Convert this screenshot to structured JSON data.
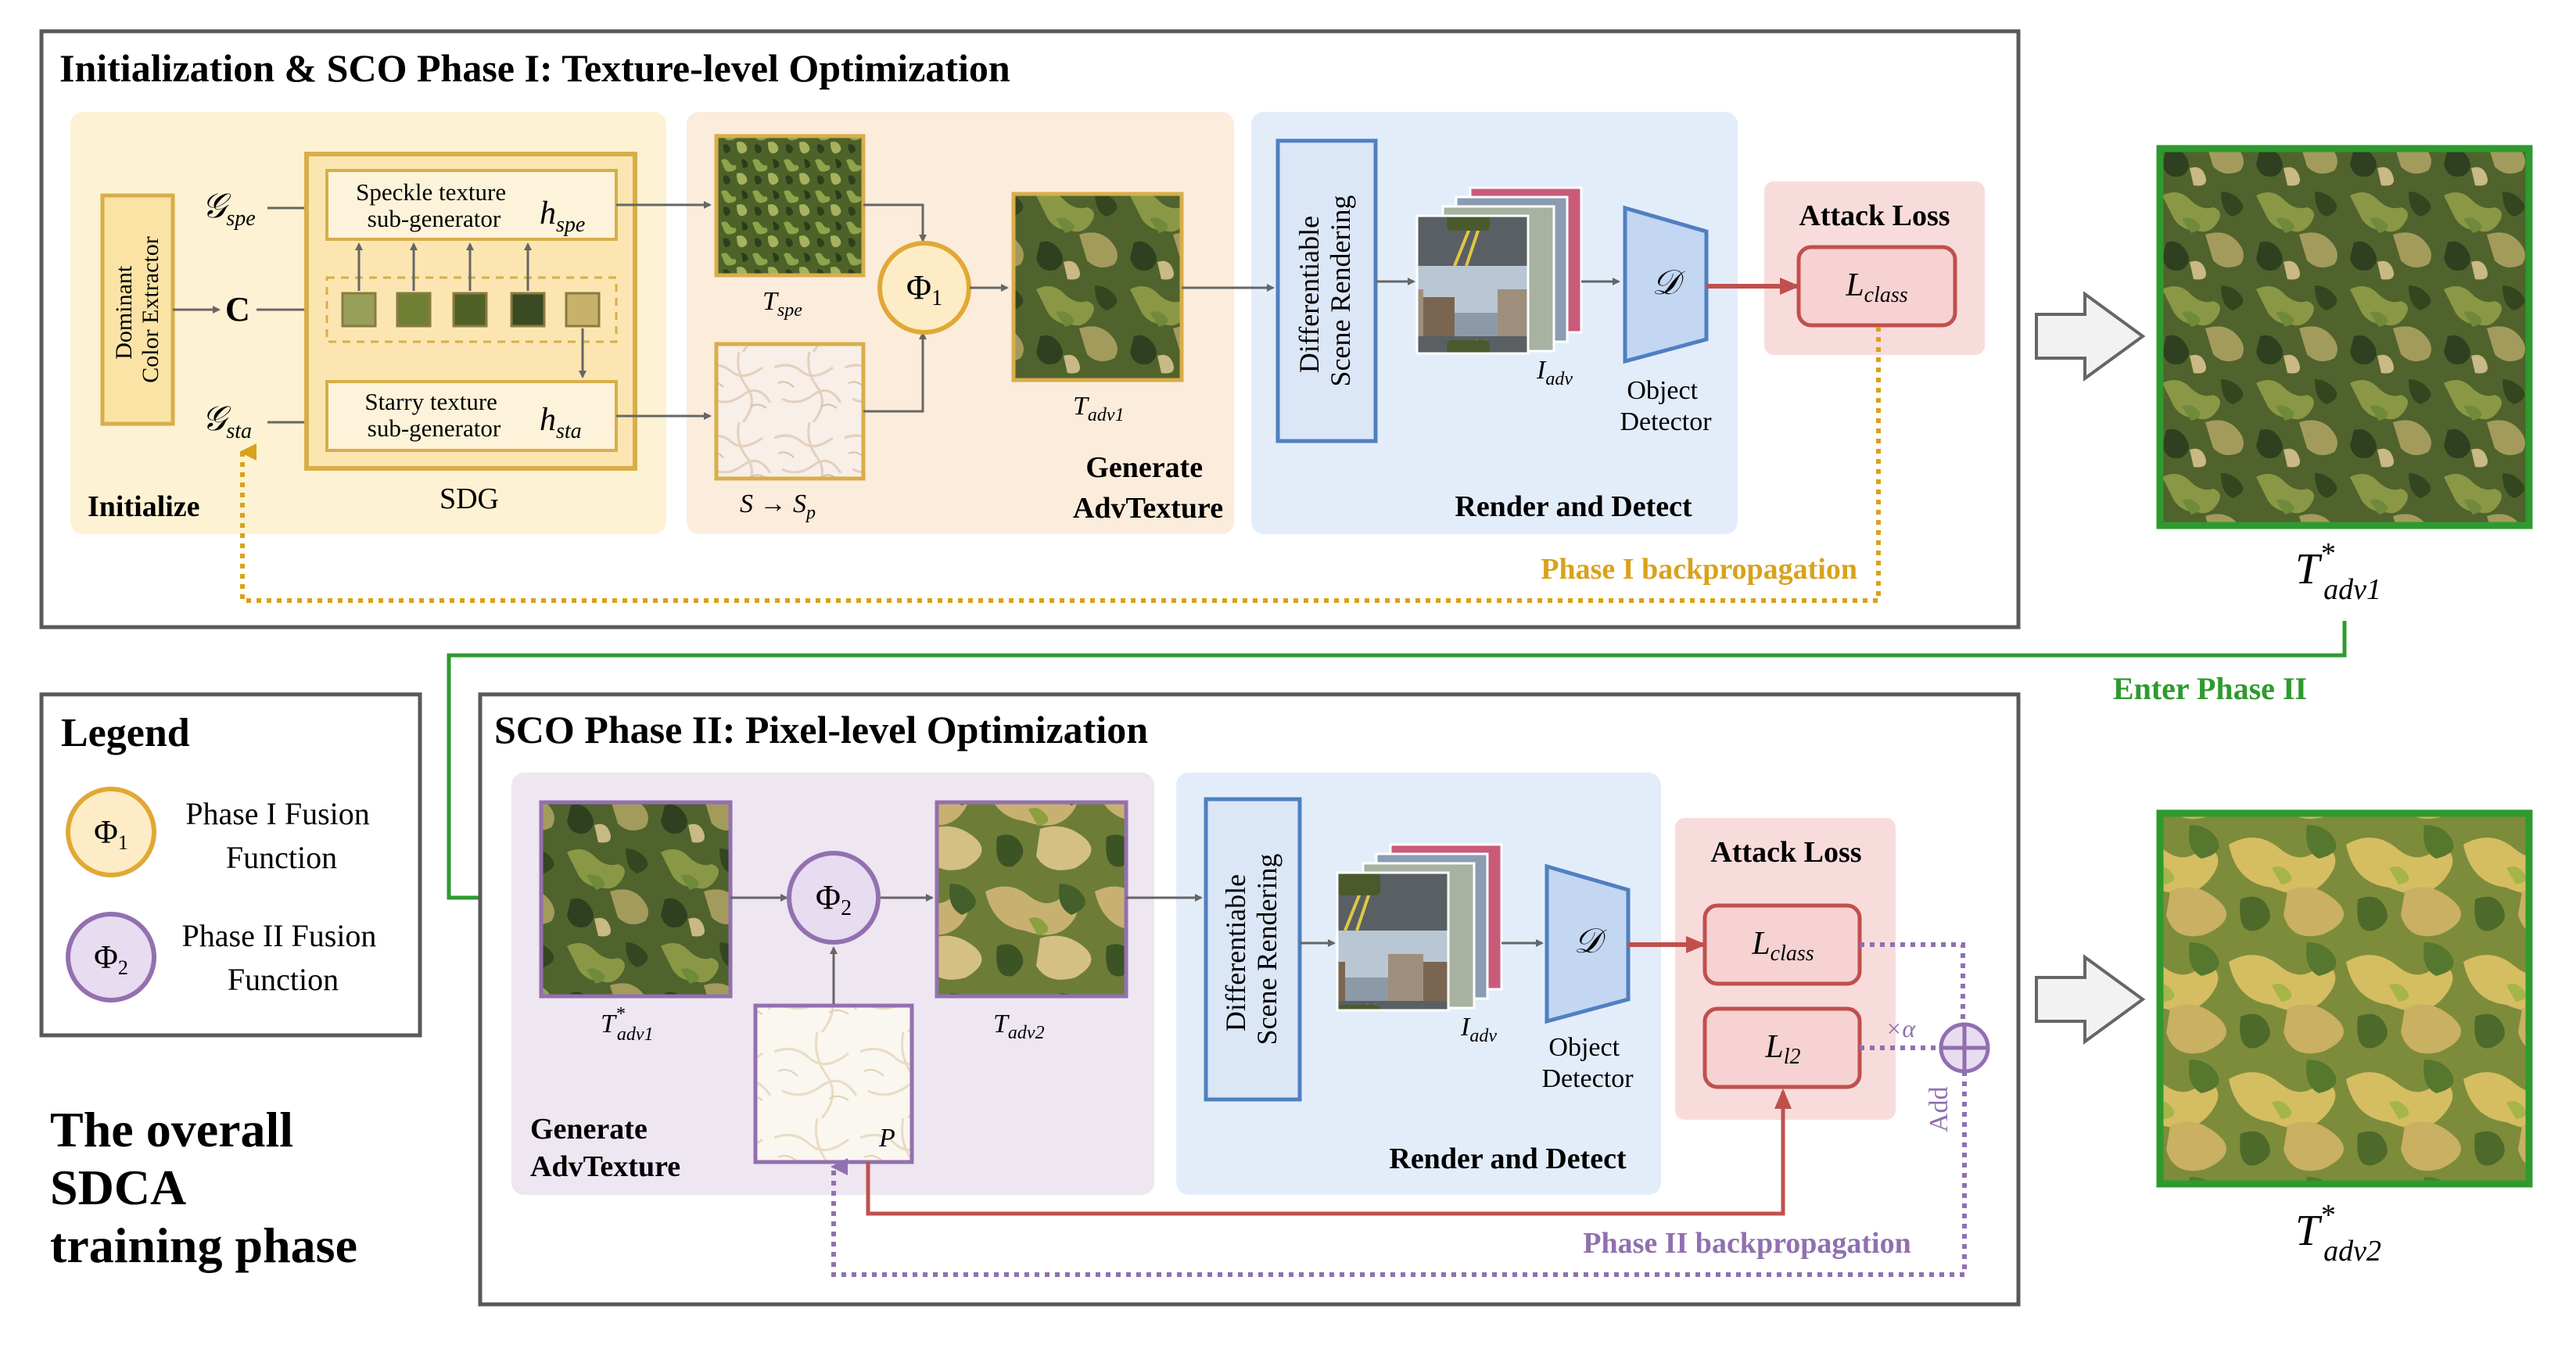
{
  "colors": {
    "frame": "#595959",
    "init_bg": "#fdf2d3",
    "sdg_bg": "#fbe6b2",
    "sdg_border": "#d8ae4a",
    "gen_bg": "#fcecdc",
    "render_bg": "#e3edfa",
    "render_box": "#4f80c0",
    "loss_bg": "#f8dcdc",
    "loss_box": "#c0504d",
    "phi1": "#e0a935",
    "phi1_fill": "#fdecc6",
    "phase2_bg": "#eee6f1",
    "phi2": "#9370b0",
    "phi2_fill": "#e8dcf0",
    "phase1_bp": "#d9a21c",
    "phase2_bp": "#9070b0",
    "green": "#2e9a2e",
    "red_arrow": "#c0504d"
  },
  "phase1": {
    "title": "Initialization & SCO Phase I: Texture-level Optimization",
    "initialize_label": "Initialize",
    "dominant_color_extractor": [
      "Dominant",
      "Color Extractor"
    ],
    "g_spe": "𝒢",
    "g_spe_sub": "spe",
    "c_label": "C",
    "g_sta": "𝒢",
    "g_sta_sub": "sta",
    "speckle_gen": [
      "Speckle texture",
      "sub-generator"
    ],
    "h_spe": "h",
    "h_spe_sub": "spe",
    "starry_gen": [
      "Starry texture",
      "sub-generator"
    ],
    "h_sta": "h",
    "h_sta_sub": "sta",
    "sdg_label": "SDG",
    "t_spe": "T",
    "t_spe_sub": "spe",
    "s_to_sp": "S → S",
    "s_to_sp_sub": "p",
    "phi1": "Φ",
    "phi1_sub": "1",
    "t_adv1": "T",
    "t_adv1_sub": "adv1",
    "generate_advtexture": [
      "Generate",
      "AdvTexture"
    ],
    "diff_render": [
      "Differentiable",
      "Scene Rendering"
    ],
    "i_adv": "I",
    "i_adv_sub": "adv",
    "detector_symbol": "𝒟",
    "object_detector": [
      "Object",
      "Detector"
    ],
    "render_detect": "Render and Detect",
    "attack_loss": "Attack Loss",
    "l_class": "L",
    "l_class_sub": "class",
    "backprop": "Phase I backpropagation"
  },
  "right": {
    "t_adv1_star": "T",
    "t_adv1_star_sub": "adv1",
    "t_adv1_star_sup": "*",
    "enter_phase2": "Enter Phase II",
    "t_adv2_star": "T",
    "t_adv2_star_sub": "adv2",
    "t_adv2_star_sup": "*"
  },
  "legend": {
    "title": "Legend",
    "phi1": "Φ",
    "phi1_sub": "1",
    "phi1_text": [
      "Phase I Fusion",
      "Function"
    ],
    "phi2": "Φ",
    "phi2_sub": "2",
    "phi2_text": [
      "Phase II Fusion",
      "Function"
    ]
  },
  "overall": [
    "The overall",
    "SDCA",
    "training phase"
  ],
  "phase2": {
    "title": "SCO Phase II: Pixel-level Optimization",
    "t_adv1_star": "T",
    "t_adv1_star_sub": "adv1",
    "t_adv1_star_sup": "*",
    "phi2": "Φ",
    "phi2_sub": "2",
    "t_adv2": "T",
    "t_adv2_sub": "adv2",
    "p_label": "P",
    "generate_advtexture": [
      "Generate",
      "AdvTexture"
    ],
    "diff_render": [
      "Differentiable",
      "Scene Rendering"
    ],
    "i_adv": "I",
    "i_adv_sub": "adv",
    "detector_symbol": "𝒟",
    "object_detector": [
      "Object",
      "Detector"
    ],
    "render_detect": "Render and Detect",
    "attack_loss": "Attack Loss",
    "l_class": "L",
    "l_class_sub": "class",
    "l_l2": "L",
    "l_l2_sub": "l2",
    "alpha": "×α",
    "add": "Add",
    "backprop": "Phase II backpropagation"
  }
}
